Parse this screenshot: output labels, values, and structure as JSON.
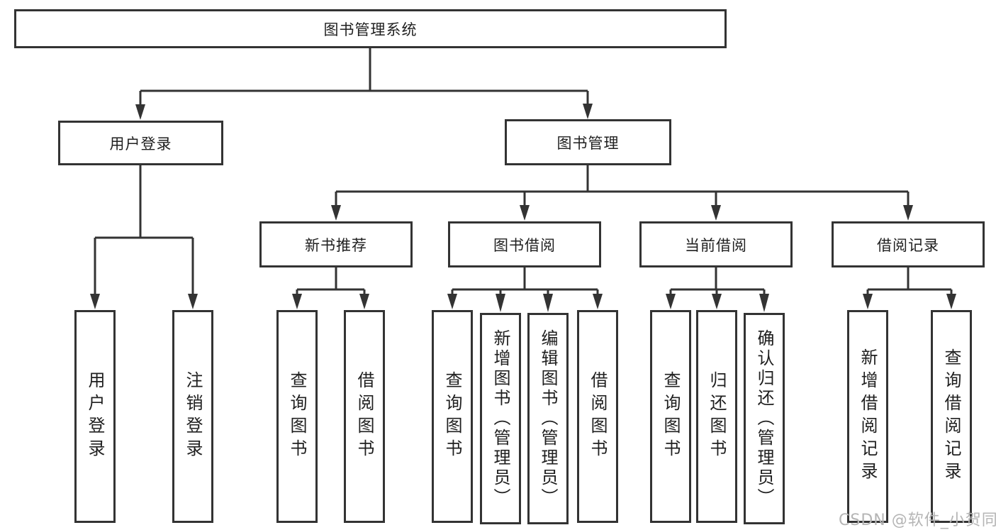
{
  "diagram": {
    "root": "图书管理系统",
    "branches": {
      "user_login": "用户登录",
      "book_mgmt": "图书管理"
    },
    "modules": {
      "new_books": "新书推荐",
      "borrow": "图书借阅",
      "current": "当前借阅",
      "records": "借阅记录"
    },
    "leaves": {
      "login": "用户登录",
      "logout": "注销登录",
      "nb_query": "查询图书",
      "nb_borrow": "借阅图书",
      "bw_query": "查询图书",
      "bw_add": "新增图书（管理员）",
      "bw_edit": "编辑图书（管理员）",
      "bw_borrow": "借阅图书",
      "cu_query": "查询图书",
      "cu_return": "归还图书",
      "cu_confirm": "确认归还（管理员）",
      "rc_add": "新增借阅记录",
      "rc_query": "查询借阅记录"
    }
  },
  "watermark": "CSDN @软件_小贺同学",
  "colors": {
    "line": "#333333",
    "box_border": "#333333",
    "box_fill": "#ffffff",
    "text": "#1f1f1f",
    "watermark": "#b5b5b5",
    "background": "#ffffff"
  }
}
